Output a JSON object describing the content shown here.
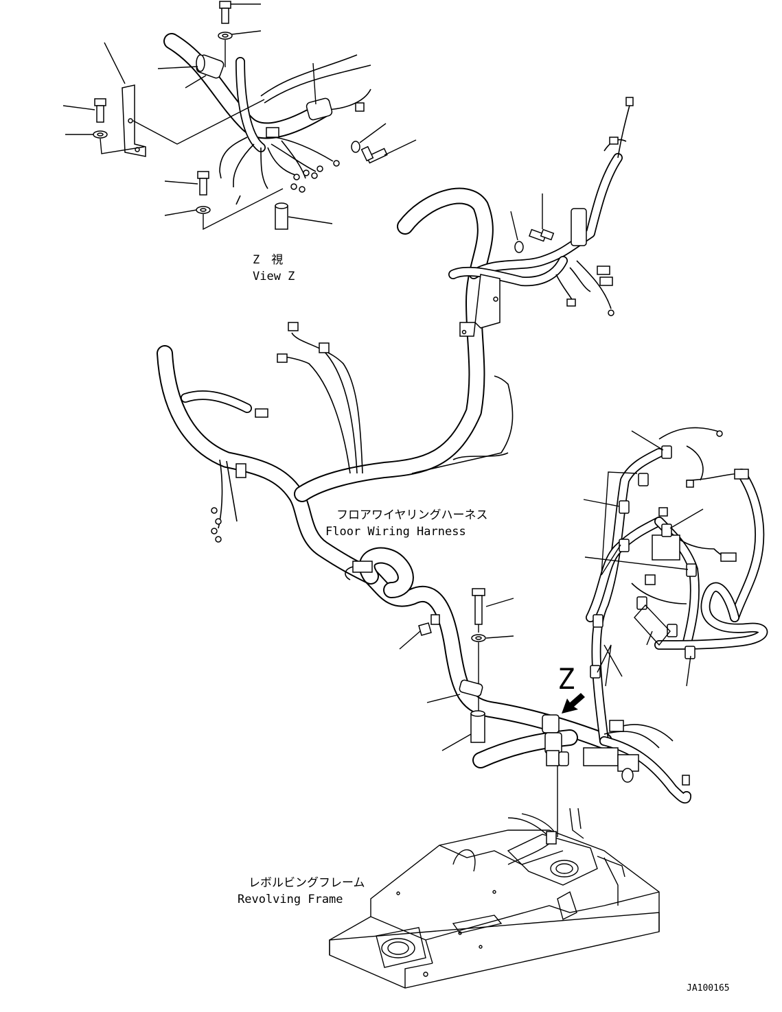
{
  "view_z": {
    "label_jp": "Z　視",
    "label_en": "View Z"
  },
  "harness": {
    "label_jp": "フロアワイヤリングハーネス",
    "label_en": "Floor Wiring Harness"
  },
  "frame": {
    "label_jp": "レボルビングフレーム",
    "label_en": "Revolving Frame"
  },
  "view_marker": {
    "letter": "Z"
  },
  "drawing_id": "JA100165"
}
